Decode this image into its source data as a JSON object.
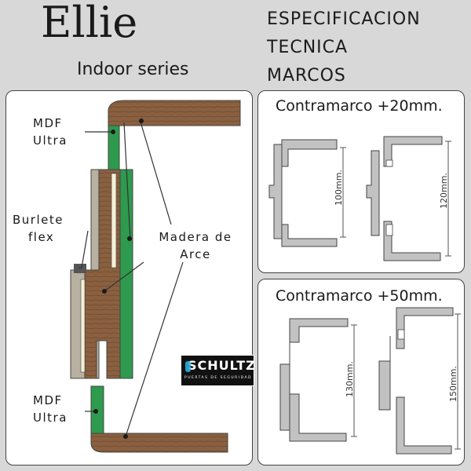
{
  "brand": {
    "title": "Ellie",
    "subtitle": "Indoor series"
  },
  "spec": {
    "line1": "ESPECIFICACION",
    "line2": "TECNICA",
    "line3": "MARCOS"
  },
  "left_panel": {
    "label_mdf_top": [
      "MDF",
      "Ultra"
    ],
    "label_burlete": [
      "Burlete",
      "flex"
    ],
    "label_madera": [
      "Madera de",
      "Arce"
    ],
    "label_mdf_bottom": [
      "MDF",
      "Ultra"
    ]
  },
  "logo": {
    "name": "SCHULTZ",
    "tagline": "PUERTAS DE SEGURIDAD"
  },
  "panel_20": {
    "title": "Contramarco +20mm.",
    "dim_left": "100mm.",
    "dim_right": "120mm."
  },
  "panel_50": {
    "title": "Contramarco +50mm.",
    "dim_left": "130mm.",
    "dim_right": "150mm."
  },
  "colors": {
    "wood": "#8a6040",
    "mdf": "#2e9a4e",
    "frame_gray": "#c2c2c2",
    "outline": "#444444"
  }
}
